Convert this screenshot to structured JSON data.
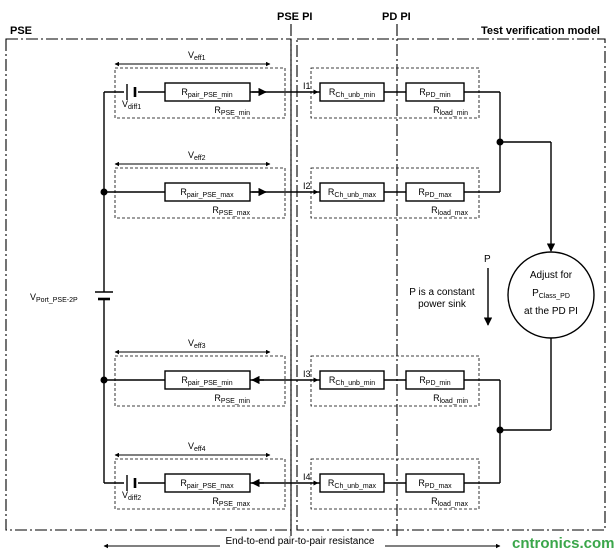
{
  "regions": {
    "pse": "PSE",
    "pse_pi": "PSE PI",
    "pd_pi": "PD PI",
    "model": "Test verification model"
  },
  "channels": [
    {
      "veff_main": "V",
      "veff_sub": "eff1",
      "vdiff_main": "V",
      "vdiff_sub": "diff1",
      "current": "I1",
      "rpair_main": "R",
      "rpair_sub": "pair_PSE_min",
      "rpse_main": "R",
      "rpse_sub": "PSE_min",
      "rch_main": "R",
      "rch_sub": "Ch_unb_min",
      "rpd_main": "R",
      "rpd_sub": "PD_min",
      "rload_main": "R",
      "rload_sub": "load_min"
    },
    {
      "veff_main": "V",
      "veff_sub": "eff2",
      "vdiff_main": "",
      "vdiff_sub": "",
      "current": "I2",
      "rpair_main": "R",
      "rpair_sub": "pair_PSE_max",
      "rpse_main": "R",
      "rpse_sub": "PSE_max",
      "rch_main": "R",
      "rch_sub": "Ch_unb_max",
      "rpd_main": "R",
      "rpd_sub": "PD_max",
      "rload_main": "R",
      "rload_sub": "load_max"
    },
    {
      "veff_main": "V",
      "veff_sub": "eff3",
      "vdiff_main": "",
      "vdiff_sub": "",
      "current": "I3",
      "rpair_main": "R",
      "rpair_sub": "pair_PSE_min",
      "rpse_main": "R",
      "rpse_sub": "PSE_min",
      "rch_main": "R",
      "rch_sub": "Ch_unb_min",
      "rpd_main": "R",
      "rpd_sub": "PD_min",
      "rload_main": "R",
      "rload_sub": "load_min"
    },
    {
      "veff_main": "V",
      "veff_sub": "eff4",
      "vdiff_main": "V",
      "vdiff_sub": "diff2",
      "current": "I4",
      "rpair_main": "R",
      "rpair_sub": "pair_PSE_max",
      "rpse_main": "R",
      "rpse_sub": "PSE_max",
      "rch_main": "R",
      "rch_sub": "Ch_unb_max",
      "rpd_main": "R",
      "rpd_sub": "PD_max",
      "rload_main": "R",
      "rload_sub": "load_max"
    }
  ],
  "vport": {
    "main": "V",
    "sub": "Port_PSE-2P"
  },
  "power": {
    "label": "P",
    "note_line1": "P is a constant",
    "note_line2": "power sink"
  },
  "adjust": {
    "line1": "Adjust for",
    "line2_main": "P",
    "line2_sub": "Class_PD",
    "line3": "at the PD PI"
  },
  "end_to_end": "End-to-end pair-to-pair resistance",
  "watermark": "cntronics.com"
}
